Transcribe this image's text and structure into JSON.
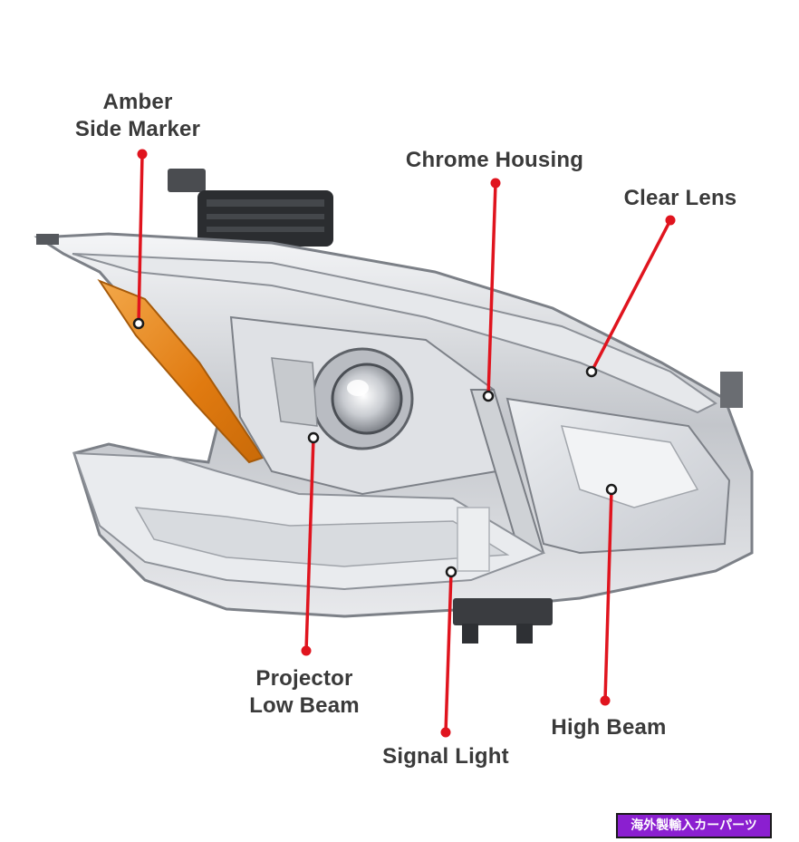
{
  "callouts": {
    "amber_side_marker": {
      "line1": "Amber",
      "line2": "Side Marker"
    },
    "chrome_housing": {
      "text": "Chrome Housing"
    },
    "clear_lens": {
      "text": "Clear Lens"
    },
    "projector_low_beam": {
      "line1": "Projector",
      "line2": "Low Beam"
    },
    "signal_light": {
      "text": "Signal Light"
    },
    "high_beam": {
      "text": "High Beam"
    }
  },
  "badge": {
    "text": "海外製輸入カーパーツ"
  },
  "colors": {
    "callout_line": "#e0141e",
    "label_text": "#3a3a3a",
    "amber": "#e8861a",
    "chrome": "#b9bcc1",
    "badge_bg": "#8b1fd0"
  },
  "icons": {
    "product": "headlight-assembly-illustration"
  }
}
